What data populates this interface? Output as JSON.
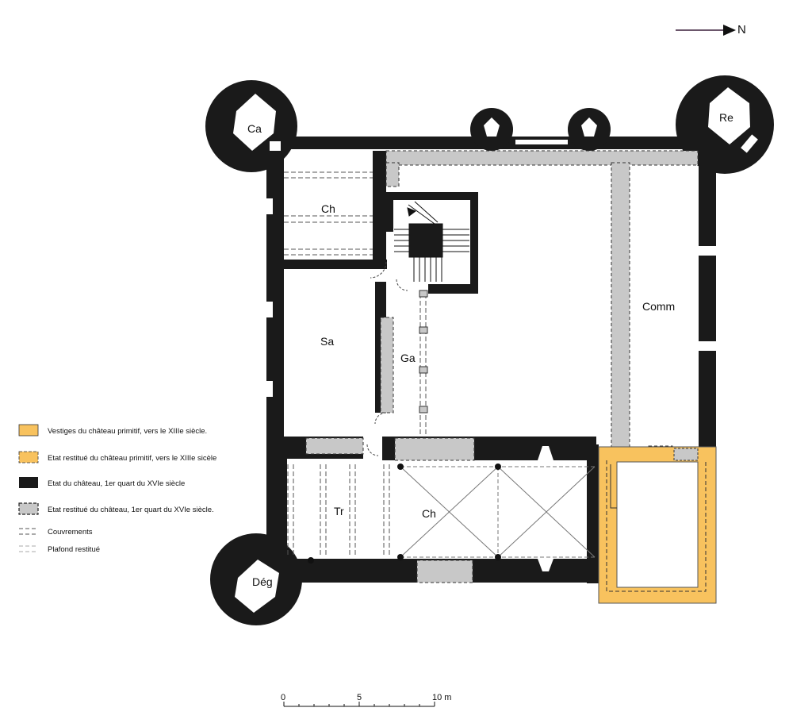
{
  "north": {
    "label": "N"
  },
  "rooms": {
    "ca": "Ca",
    "re": "Re",
    "ch_top": "Ch",
    "sa": "Sa",
    "ga": "Ga",
    "comm": "Comm",
    "tr": "Tr",
    "ch_bottom": "Ch",
    "deg": "Dég"
  },
  "legend": {
    "items": [
      {
        "label": "Vestiges du château primitif, vers le XIIIe siècle.",
        "swatch": "solid",
        "color": "#f8c25e"
      },
      {
        "label": "Etat restitué du château primitif, vers le XIIIe sicèle",
        "swatch": "dashed",
        "color": "#f8c25e"
      },
      {
        "label": "Etat du château, 1er quart du XVIe siècle",
        "swatch": "solid",
        "color": "#1a1a1a"
      },
      {
        "label": "Etat restitué du château, 1er quart du XVIe siècle.",
        "swatch": "dashed",
        "color": "#c8c8c8"
      },
      {
        "label": "Couvrements",
        "swatch": "line-dark"
      },
      {
        "label": "Plafond restitué",
        "swatch": "line-light"
      }
    ]
  },
  "scale": {
    "labels": [
      "0",
      "5",
      "10 m"
    ]
  },
  "colors": {
    "wall": "#1a1a1a",
    "restored_wall": "#c8c8c8",
    "primitive": "#f8c25e"
  }
}
